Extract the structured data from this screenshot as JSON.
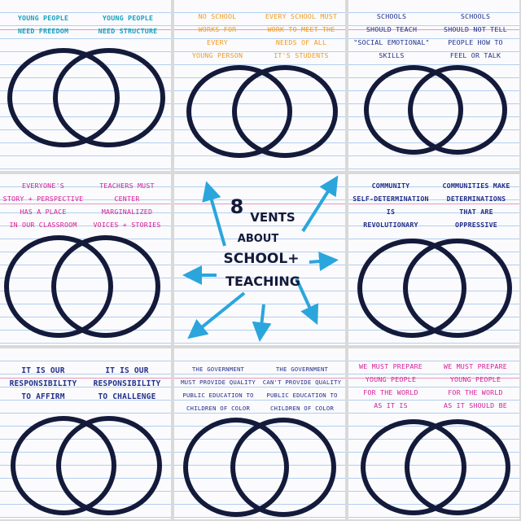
{
  "colors": {
    "ink": "#141a3a",
    "teal": "#1b9fbe",
    "orange": "#ef9a1e",
    "navy": "#23308a",
    "magenta": "#d6209a",
    "arrow_blue": "#2aa6dc"
  },
  "cards": [
    {
      "left": [
        "YOUNG PEOPLE",
        "NEED FREEDOM"
      ],
      "right": [
        "YOUNG PEOPLE",
        "NEED STRUCTURE"
      ]
    },
    {
      "left": [
        "NO SCHOOL",
        "WORKS FOR",
        "EVERY",
        "YOUNG PERSON"
      ],
      "right": [
        "EVERY SCHOOL MUST",
        "WORK TO MEET THE",
        "NEEDS OF ALL",
        "IT'S STUDENTS"
      ]
    },
    {
      "left": [
        "SCHOOLS",
        "SHOULD TEACH",
        "\"SOCIAL EMOTIONAL\"",
        "SKILLS"
      ],
      "right": [
        "SCHOOLS",
        "SHOULD NOT TELL",
        "PEOPLE HOW TO",
        "FEEL OR TALK"
      ]
    },
    {
      "left": [
        "EVERYONE'S",
        "STORY + PERSPECTIVE",
        "HAS A PLACE",
        "IN OUR CLASSROOM"
      ],
      "right": [
        "TEACHERS MUST",
        "CENTER",
        "MARGINALIZED",
        "VOICES + STORIES"
      ]
    },
    {
      "left": [
        "COMMUNITY",
        "SELF-DETERMINATION",
        "IS",
        "REVOLUTIONARY"
      ],
      "right": [
        "COMMUNITIES MAKE",
        "DETERMINATIONS",
        "THAT ARE",
        "OPPRESSIVE"
      ]
    },
    {
      "left": [
        "IT IS OUR",
        "RESPONSIBILITY",
        "TO AFFIRM"
      ],
      "right": [
        "IT IS OUR",
        "RESPONSIBILITY",
        "TO CHALLENGE"
      ]
    },
    {
      "left": [
        "THE GOVERNMENT",
        "MUST PROVIDE QUALITY",
        "PUBLIC EDUCATION TO",
        "CHILDREN OF COLOR"
      ],
      "right": [
        "THE GOVERNMENT",
        "CAN'T PROVIDE QUALITY",
        "PUBLIC EDUCATION TO",
        "CHILDREN OF COLOR"
      ]
    },
    {
      "left": [
        "WE MUST PREPARE",
        "YOUNG PEOPLE",
        "FOR THE WORLD",
        "AS IT IS"
      ],
      "right": [
        "WE MUST PREPARE",
        "YOUNG PEOPLE",
        "FOR THE WORLD",
        "AS IT SHOULD BE"
      ]
    }
  ],
  "center": {
    "number": "8",
    "line1": "VENTS",
    "line2": "ABOUT",
    "line3": "SCHOOL+",
    "line4": "TEACHING"
  }
}
